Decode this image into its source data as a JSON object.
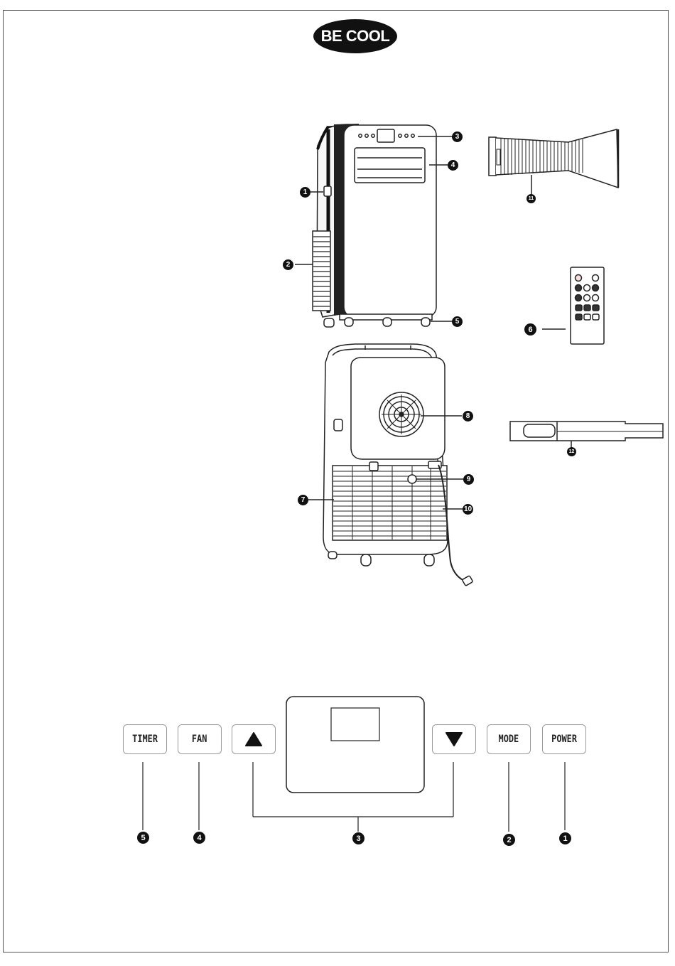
{
  "brand": {
    "logo_text": "BE COOL"
  },
  "unit_callouts": [
    "1",
    "2",
    "3",
    "4",
    "5",
    "6",
    "7",
    "8",
    "9",
    "10",
    "11",
    "12"
  ],
  "control_panel": {
    "buttons": [
      {
        "id": "timer",
        "label": "TIMER"
      },
      {
        "id": "fan",
        "label": "FAN"
      },
      {
        "id": "up",
        "icon": "triangle-up-icon"
      },
      {
        "id": "down",
        "icon": "triangle-down-icon"
      },
      {
        "id": "mode",
        "label": "MODE"
      },
      {
        "id": "power",
        "label": "POWER"
      }
    ],
    "callouts": [
      "5",
      "4",
      "3",
      "2",
      "1"
    ]
  }
}
